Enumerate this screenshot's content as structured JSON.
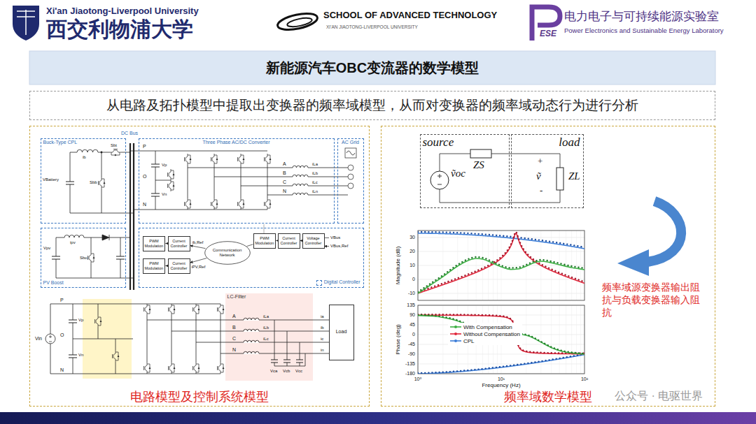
{
  "diagram": {
    "title": "新能源汽车OBC变流器的数学模型",
    "nodes": [
      {
        "text": [
          "从电路及拓扑模型中提取出变换器的频率域模型，从而对变换器的频率域动态行为进行分析"
        ]
      },
      {
        "text": [
          "电路模型及控制系统模型"
        ]
      },
      {
        "text": [
          "Buck-Type CPL"
        ],
        "in": 1
      },
      {
        "text": [
          "Three Phase AC/DC Converter"
        ],
        "in": 1
      },
      {
        "text": [
          "AC Grid"
        ],
        "in": 1
      },
      {
        "text": [
          "PV Boost"
        ],
        "in": 1
      },
      {
        "text": [
          "Digital Controller"
        ],
        "in": 1
      },
      {
        "text": [
          "PWM Modulation"
        ],
        "in": 6
      },
      {
        "text": [
          "Current Controller"
        ],
        "in": 6
      },
      {
        "text": [
          "PWM Modulation"
        ],
        "in": 6
      },
      {
        "text": [
          "Current Controller"
        ],
        "in": 6
      },
      {
        "text": [
          "Communication Network"
        ],
        "in": 6
      },
      {
        "text": [
          "PWM Modulation"
        ],
        "in": 6
      },
      {
        "text": [
          "Current Controller"
        ],
        "in": 6
      },
      {
        "text": [
          "Voltage Controller"
        ],
        "in": 6
      },
      {
        "text": [
          "LC-Filter"
        ],
        "in": 1
      },
      {
        "text": [
          "Load"
        ],
        "in": 1
      },
      {
        "text": [
          "频率域数学模型"
        ]
      },
      {
        "text": [
          "source"
        ],
        "in": 17
      },
      {
        "text": [
          "load"
        ],
        "in": 17
      }
    ],
    "edges": [
      {
        "from": 8,
        "to": 7,
        "arrow": "to"
      },
      {
        "from": 10,
        "to": 9,
        "arrow": "to"
      },
      {
        "from": 11,
        "to": 8,
        "label": "ib,Ref",
        "arrow": "to"
      },
      {
        "from": 11,
        "to": 10,
        "label": "iPV,Ref",
        "arrow": "to"
      },
      {
        "from": 11,
        "to": 12,
        "arrow": "none"
      },
      {
        "from": 14,
        "to": 13,
        "arrow": "to"
      },
      {
        "from": 13,
        "to": 12,
        "arrow": "to"
      }
    ],
    "labels": [
      "Xi'an Jiaotong-Liverpool University",
      "西交利物浦大学",
      "SCHOOL OF ADVANCED TECHNOLOGY",
      "XI'AN JIAOTONG-LIVERPOOL UNIVERSITY",
      "ESE",
      "电力电子与可持续能源实验室",
      "Power Electronics and Sustainable Energy Laboratory",
      "DC Bus",
      "VBattery",
      "ib",
      "Sbt",
      "Sbb",
      "P",
      "O",
      "N",
      "Vp",
      "Vn",
      "A",
      "B",
      "C",
      "N",
      "iLa",
      "iLb",
      "iLc",
      "iLn",
      "Vpv",
      "ipv",
      "Sbo",
      "VBus",
      "VBus,Ref",
      "Vin",
      "P",
      "O",
      "N",
      "Vp",
      "Vn",
      "A",
      "B",
      "C",
      "N",
      "iLa",
      "iLb",
      "iLc",
      "ia",
      "ib",
      "ic",
      "in",
      "Vca",
      "Vcb",
      "Vcc",
      "ZS",
      "ṽoc",
      "+",
      "ṽ",
      "-",
      "ZL",
      "30",
      "20",
      "10",
      "0",
      "-10",
      "135",
      "90",
      "45",
      "0",
      "-45",
      "-90",
      "-135",
      "-180",
      "10⁰",
      "10¹",
      "10²",
      "Magnitude (dB)",
      "Phase (deg)",
      "Frequency (Hz)",
      "频率域源变换器输出阻抗与负载变换器输入阻抗",
      "公众号 · 电驱世界"
    ],
    "legend": [
      {
        "text": "With Compensation"
      },
      {
        "text": "Without Compensation"
      },
      {
        "text": "CPL"
      }
    ]
  }
}
